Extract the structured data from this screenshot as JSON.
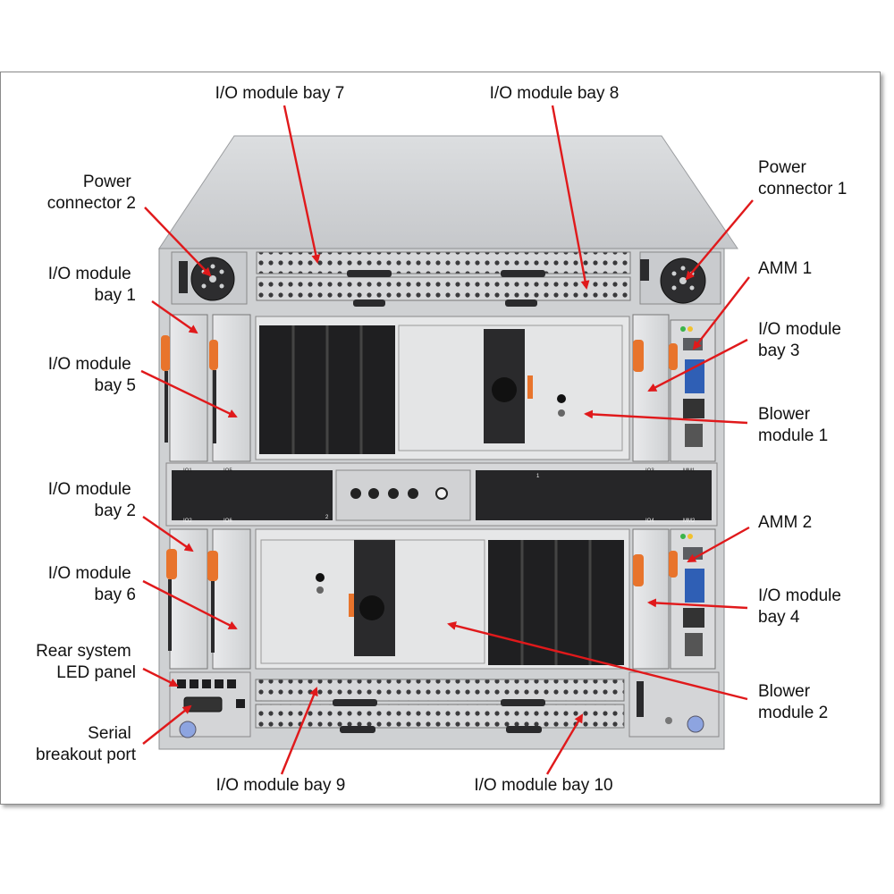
{
  "colors": {
    "arrow": "#e0191b",
    "label": "#111111",
    "chassis": "#d8d9db",
    "handle": "#e8742c"
  },
  "labels": {
    "io_bay_7": "I/O module bay 7",
    "io_bay_8": "I/O module bay 8",
    "power_2": [
      "Power",
      "connector 2"
    ],
    "power_1": [
      "Power",
      "connector 1"
    ],
    "io_bay_1": [
      "I/O module",
      "bay 1"
    ],
    "amm_1": "AMM 1",
    "io_bay_3": [
      "I/O module",
      "bay 3"
    ],
    "io_bay_5": [
      "I/O module",
      "bay 5"
    ],
    "blower_1": [
      "Blower",
      "module 1"
    ],
    "io_bay_2": [
      "I/O module",
      "bay 2"
    ],
    "amm_2": "AMM 2",
    "io_bay_6": [
      "I/O module",
      "bay 6"
    ],
    "io_bay_4": [
      "I/O module",
      "bay 4"
    ],
    "rear_led": [
      "Rear system",
      "LED panel"
    ],
    "blower_2": [
      "Blower",
      "module 2"
    ],
    "serial": [
      "Serial",
      "breakout port"
    ],
    "io_bay_9": "I/O module bay 9",
    "io_bay_10": "I/O module bay 10"
  },
  "chassis_marks": {
    "top_left": [
      "IO1",
      "IO5"
    ],
    "top_right": [
      "IO3",
      "MM1"
    ],
    "mid": "1",
    "bottom_left": [
      "IO2",
      "IO6"
    ],
    "bottom_right": [
      "IO4",
      "MM2"
    ],
    "bottom_mid": "2"
  }
}
